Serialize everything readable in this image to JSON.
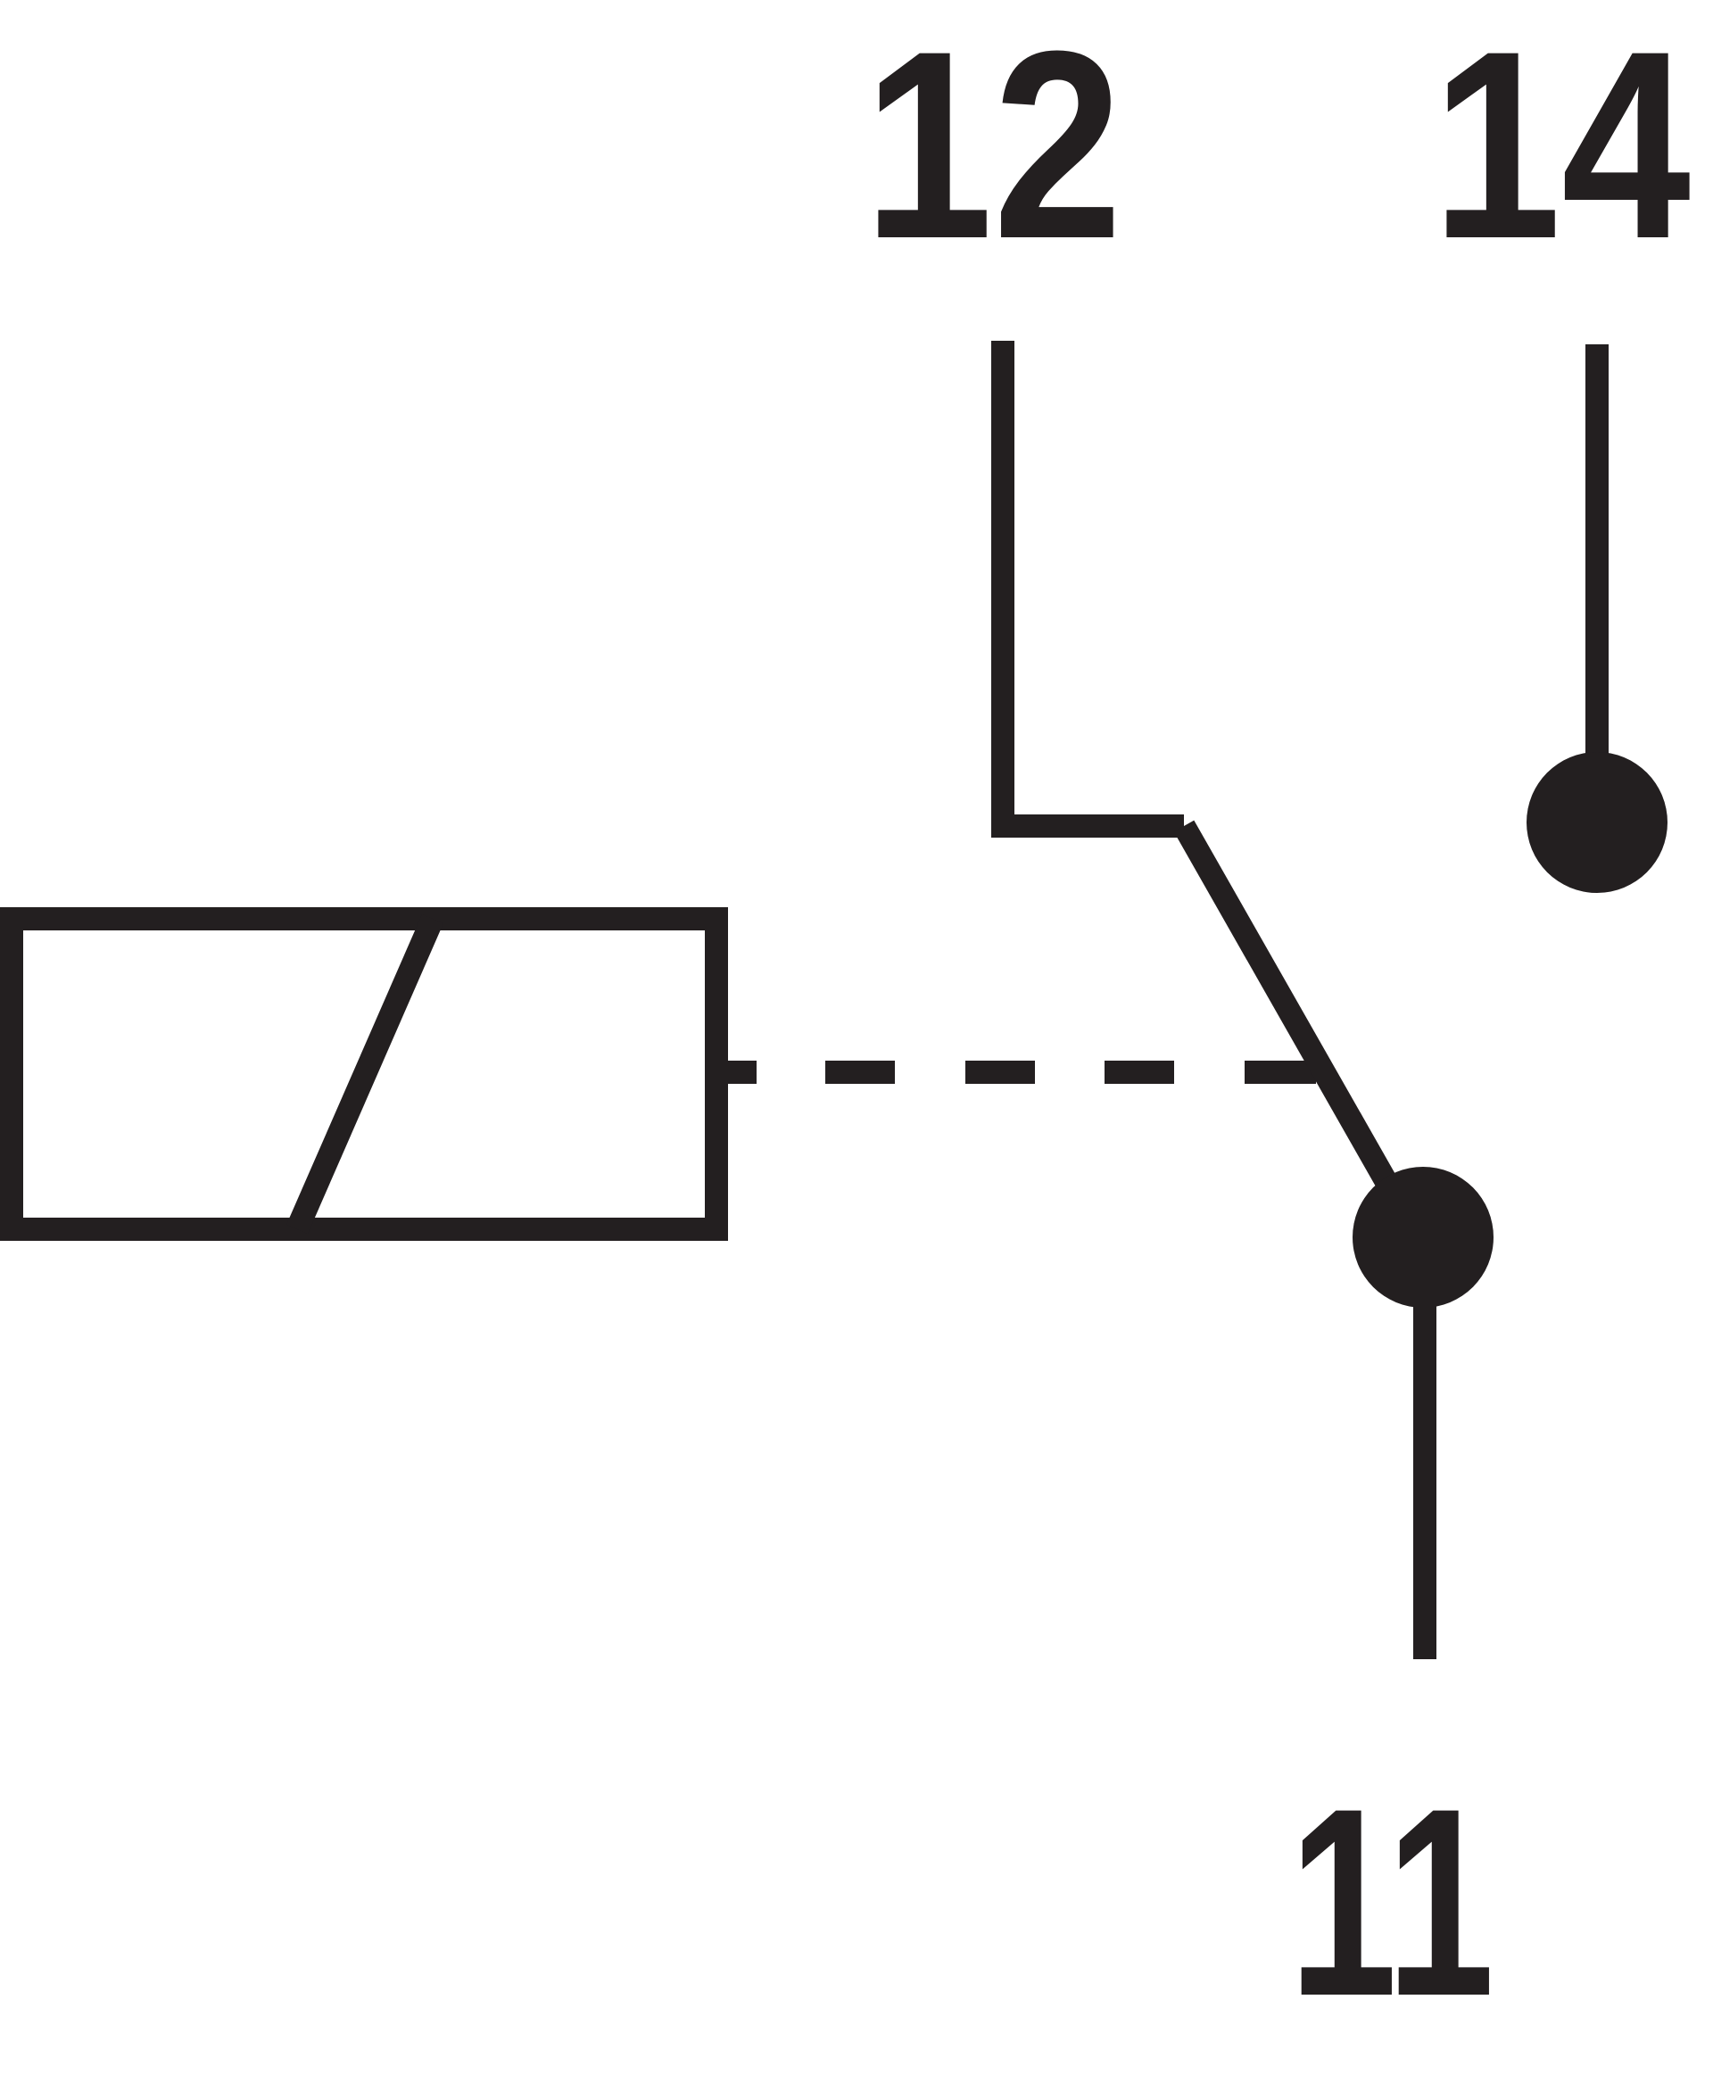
{
  "diagram": {
    "colors": {
      "ink": "#231f20",
      "background": "#ffffff"
    },
    "terminals": {
      "nc": {
        "label": "12"
      },
      "no": {
        "label": "14"
      },
      "common": {
        "label": "11"
      }
    }
  }
}
